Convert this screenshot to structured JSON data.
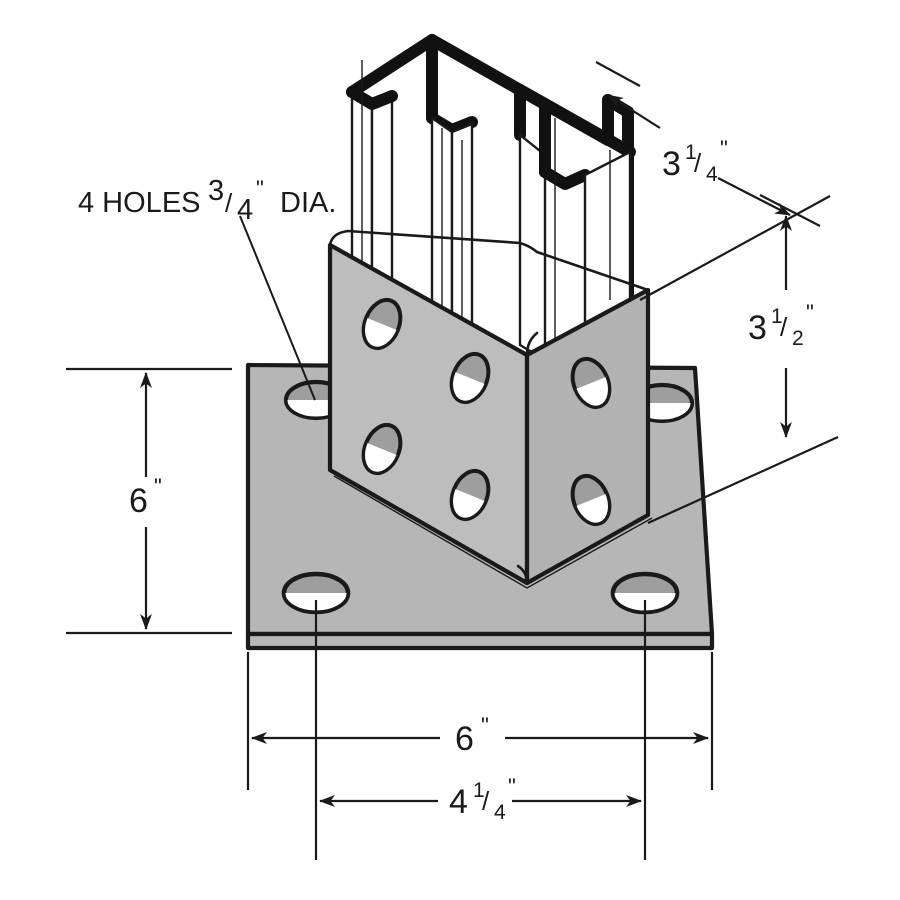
{
  "drawing": {
    "title": "Post Base / Strut Channel Bracket Isometric Detail",
    "background_color": "#ffffff",
    "line_color": "#1a1a1a",
    "metal_face_color": "#b6b6b6",
    "metal_face_light_color": "#c6c6c6",
    "metal_face_dark_color": "#9a9a9a",
    "hole_bore_color": "#a3a3a3"
  },
  "notes": {
    "holes_note": {
      "lead": "4 HOLES",
      "fraction_numerator": "3",
      "fraction_slash": "/",
      "fraction_denominator": "4",
      "inch_mark": "\"",
      "trail": "DIA."
    }
  },
  "dimensions": {
    "channel_width": {
      "whole": "3",
      "numerator": "1",
      "slash": "/",
      "denominator": "4",
      "inch_mark": "\"",
      "full": "3 1/4\"",
      "orientation": "diagonal"
    },
    "bracket_height": {
      "whole": "3",
      "numerator": "1",
      "slash": "/",
      "denominator": "2",
      "inch_mark": "\"",
      "full": "3 1/2\"",
      "orientation": "vertical"
    },
    "plate_depth": {
      "value": "6",
      "inch_mark": "\"",
      "full": "6\"",
      "orientation": "vertical-left"
    },
    "plate_width": {
      "value": "6",
      "inch_mark": "\"",
      "full": "6\"",
      "orientation": "horizontal-bottom-outer"
    },
    "hole_spacing": {
      "whole": "4",
      "numerator": "1",
      "slash": "/",
      "denominator": "4",
      "inch_mark": "\"",
      "full": "4 1/4\"",
      "orientation": "horizontal-bottom-inner"
    }
  },
  "parts": {
    "base_plate": {
      "name": "base-plate",
      "hole_count": 4
    },
    "angle_bracket": {
      "name": "angle-bracket",
      "hole_count": 6
    },
    "strut_channel": {
      "name": "strut-channel",
      "profile": "back-to-back c-channel"
    }
  }
}
